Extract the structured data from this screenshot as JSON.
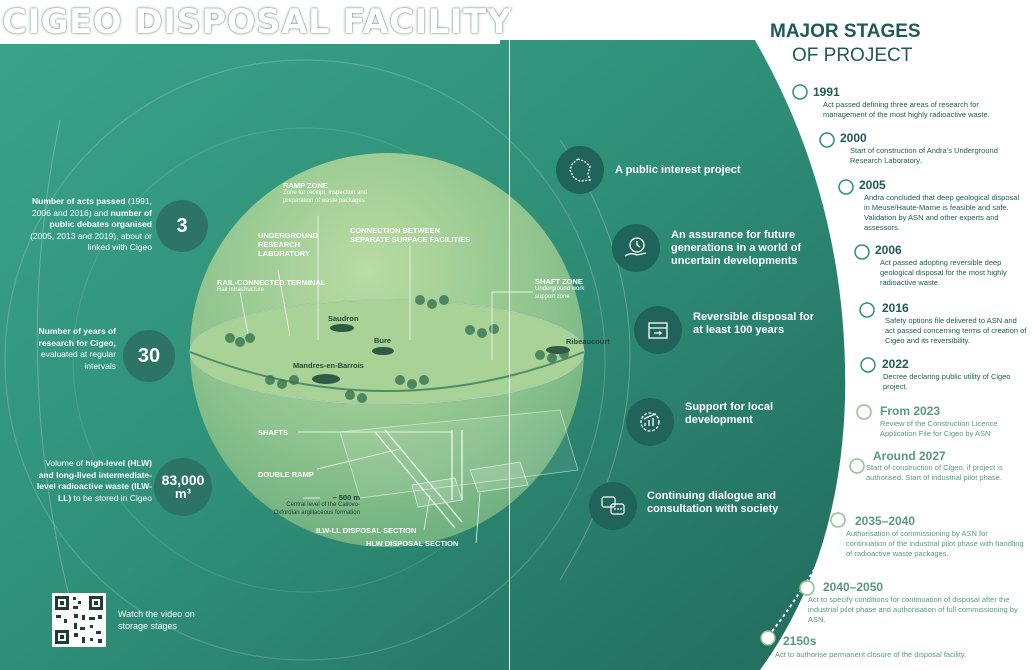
{
  "title": "CIGEO DISPOSAL FACILITY",
  "colors": {
    "dark_teal": "#1f5b54",
    "teal": "#2f8f74",
    "sphere": "#7fbf84",
    "light_green": "#5a9a7c"
  },
  "stats": [
    {
      "value": "3",
      "text_parts": [
        {
          "t": "Number of acts passed",
          "b": true
        },
        {
          "t": " (1991, 2006 and 2016) and ",
          "b": false
        },
        {
          "t": "number of public debates organised",
          "b": true
        },
        {
          "t": " (2005, 2013 and 2019), about or linked with Cigeo",
          "b": false
        }
      ]
    },
    {
      "value": "30",
      "text_parts": [
        {
          "t": "Number of years of research for Cigeo,",
          "b": true
        },
        {
          "t": " evaluated at regular intervals",
          "b": false
        }
      ]
    },
    {
      "value": "83,000",
      "unit": "m³",
      "text_parts": [
        {
          "t": "Volume of ",
          "b": false
        },
        {
          "t": "high-level (HLW) and long-lived intermediate-level radioactive waste (ILW-LL)",
          "b": true
        },
        {
          "t": " to be stored in Cigeo",
          "b": false
        }
      ]
    }
  ],
  "map_labels": {
    "ramp_zone": "RAMP ZONE",
    "ramp_zone_sub": "Zone for receipt, inspection and preparation of waste packages",
    "url_lab": "UNDERGROUND RESEARCH LABORATORY",
    "connection": "CONNECTION BETWEEN SEPARATE SURFACE FACILITIES",
    "rail_terminal": "RAIL-CONNECTED TERMINAL",
    "rail_sub": "Rail infrastructure",
    "shaft_zone": "SHAFT ZONE",
    "shaft_sub": "Underground work support zone",
    "shafts": "SHAFTS",
    "double_ramp": "DOUBLE RAMP",
    "depth": "– 500 m",
    "depth_sub": "Central level of the Callovo-Oxfordian argillaceous formation",
    "ilw": "ILW-LL DISPOSAL SECTION",
    "hlw": "HLW DISPOSAL SECTION"
  },
  "towns": [
    "Saudron",
    "Bure",
    "Ribeaucourt",
    "Mandres-en-Barrois"
  ],
  "features": [
    {
      "label": "A public interest project",
      "icon": "france-map-icon"
    },
    {
      "label": "An assurance for future generations in a world of uncertain developments",
      "icon": "hand-clock-icon"
    },
    {
      "label": "Reversible disposal for at least 100 years",
      "icon": "reversible-box-icon"
    },
    {
      "label": "Support for local development",
      "icon": "growth-gear-icon"
    },
    {
      "label": "Continuing dialogue and consultation with society",
      "icon": "dialogue-bubbles-icon"
    }
  ],
  "qr_caption": "Watch the video on storage stages",
  "stages_title_1": "MAJOR STAGES",
  "stages_title_2": "OF PROJECT",
  "stages": [
    {
      "year": "1991",
      "desc": "Act passed defining three areas of research for management of the most highly radioactive waste."
    },
    {
      "year": "2000",
      "desc": "Start of construction of Andra’s Underground Research Laboratory."
    },
    {
      "year": "2005",
      "desc": "Andra concluded that deep geological disposal in Meuse/Haute-Marne is feasible and safe. Validation by ASN and other experts and assessors."
    },
    {
      "year": "2006",
      "desc": "Act passed adopting reversible deep geological disposal for the most highly radioactive waste."
    },
    {
      "year": "2016",
      "desc": "Safety options file delivered to ASN and act passed concerning terms of creation of Cigeo and its reversibility."
    },
    {
      "year": "2022",
      "desc": "Decree declaring public utility of Cigeo project."
    },
    {
      "year": "From 2023",
      "desc": "Review of the Construction Licence Application File for Cigeo by ASN"
    },
    {
      "year": "Around 2027",
      "desc": "Start of construction of Cigeo, if project is authorised. Start of industrial pilot phase."
    },
    {
      "year": "2035–2040",
      "desc": "Authorisation of commissioning by ASN for continuation of the industrial pilot phase with handling of radioactive waste packages."
    },
    {
      "year": "2040–2050",
      "desc": "Act to specify conditions for continuation of disposal after the industrial pilot phase and authorisation of full commissioning by ASN."
    },
    {
      "year": "2150s",
      "desc": "Act to authorise permanent closure of the disposal facility."
    }
  ]
}
